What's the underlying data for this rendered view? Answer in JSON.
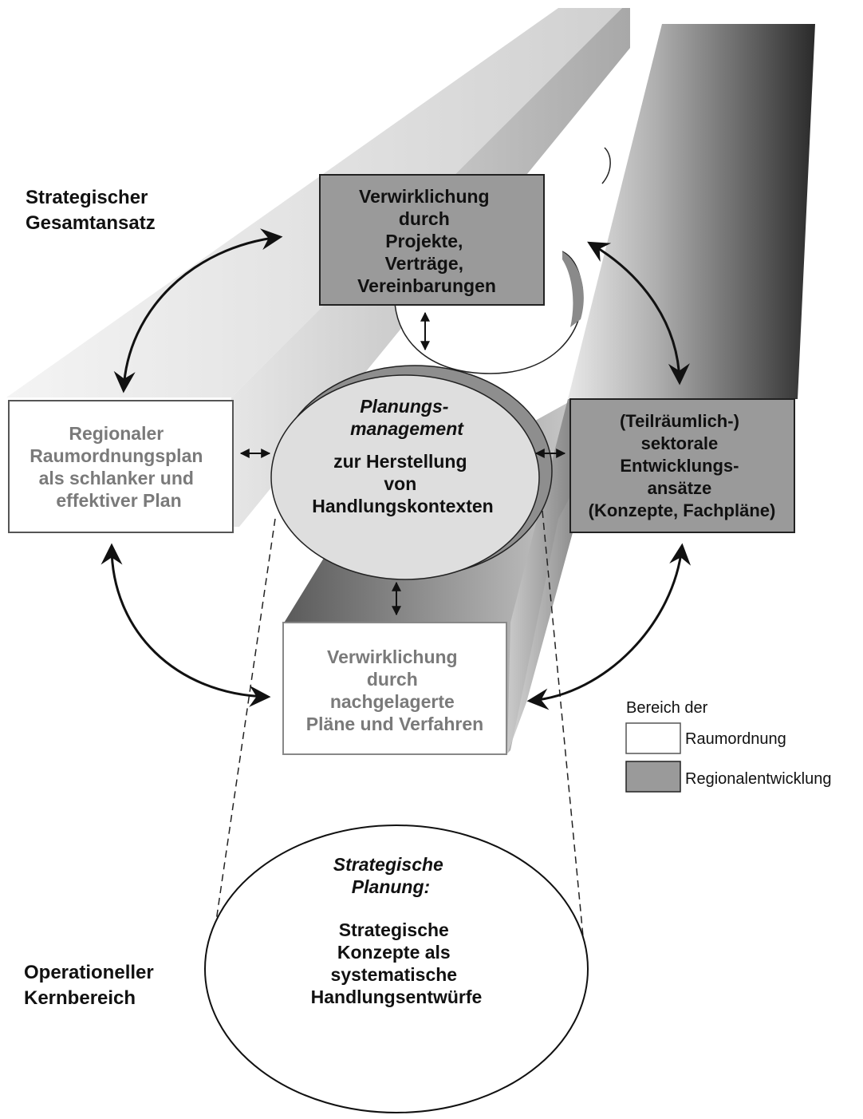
{
  "labels": {
    "strategic_overall": [
      "Strategischer",
      "Gesamtansatz"
    ],
    "operational_core": [
      "Operationeller",
      "Kernbereich"
    ]
  },
  "boxes": {
    "projects": [
      "Verwirklichung",
      "durch",
      "Projekte,",
      "Verträge,",
      "Vereinbarungen"
    ],
    "regional_plan": [
      "Regionaler",
      "Raumordnungsplan",
      "als schlanker und",
      "effektiver Plan"
    ],
    "sectoral": [
      "(Teilräumlich-)",
      "sektorale",
      "Entwicklungs-",
      "ansätze",
      "(Konzepte, Fachpläne)"
    ],
    "downstream": [
      "Verwirklichung",
      "durch",
      "nachgelagerte",
      "Pläne und Verfahren"
    ]
  },
  "center": {
    "italic_lines": [
      "Planungs-",
      "management"
    ],
    "bold_lines": [
      "zur Herstellung",
      "von",
      "Handlungskontexten"
    ]
  },
  "strategic_planning": {
    "italic_lines": [
      "Strategische",
      "Planung:"
    ],
    "bold_lines": [
      "Strategische",
      "Konzepte als",
      "systematische",
      "Handlungsentwürfe"
    ]
  },
  "legend": {
    "title": "Bereich der",
    "items": [
      {
        "label": "Raumordnung",
        "color": "#ffffff"
      },
      {
        "label": "Regionalentwicklung",
        "color": "#9a9a9a"
      }
    ]
  },
  "colors": {
    "regionalentwicklung_fill": "#9a9a9a",
    "raumordnung_fill": "#ffffff",
    "center_fill": "#dedede",
    "raumordnung_text": "#7a7a7a"
  }
}
